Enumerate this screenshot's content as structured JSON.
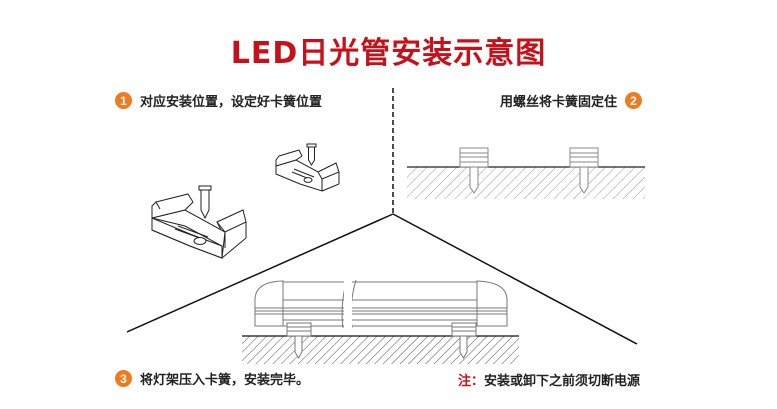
{
  "title": "LED日光管安装示意图",
  "colors": {
    "title": "#c8101a",
    "badge": "#ee7b1f",
    "note_label": "#c8101a",
    "text": "#222222",
    "line": "#111111",
    "hatch": "#999999"
  },
  "steps": [
    {
      "number": "1",
      "text": "对应安装位置，设定好卡簧位置"
    },
    {
      "number": "2",
      "text": "用螺丝将卡簧固定住"
    },
    {
      "number": "3",
      "text": "将灯架压入卡簧，安装完毕。"
    }
  ],
  "note": {
    "label": "注：",
    "text": "安装或卸下之前须切断电源"
  },
  "illustrations": [
    {
      "name": "clips-with-screws",
      "description": "two spring clips with screws"
    },
    {
      "name": "clips-screwed-to-surface",
      "description": "clips fixed to hatched surface"
    },
    {
      "name": "led-tube-mounted",
      "description": "LED tube fixture pressed into clips"
    }
  ]
}
